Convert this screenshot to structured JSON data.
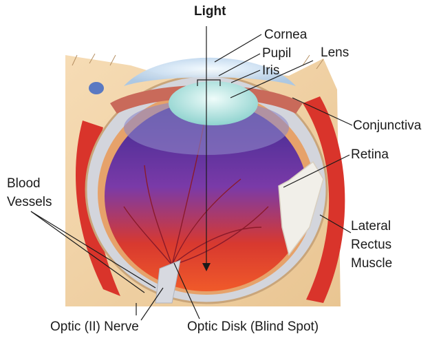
{
  "diagram": {
    "labels": {
      "light": "Light",
      "cornea": "Cornea",
      "pupil": "Pupil",
      "lens": "Lens",
      "iris": "Iris",
      "conjunctiva": "Conjunctiva",
      "retina": "Retina",
      "blood_vessels_1": "Blood",
      "blood_vessels_2": "Vessels",
      "lateral_rectus_1": "Lateral",
      "lateral_rectus_2": "Rectus",
      "lateral_rectus_3": "Muscle",
      "optic_nerve": "Optic (II) Nerve",
      "optic_disk": "Optic Disk (Blind Spot)"
    },
    "colors": {
      "skin": "#f2d3a8",
      "sclera": "#d8d9de",
      "vitreous_top": "#4a2fa0",
      "vitreous_bottom": "#e8332a",
      "muscle": "#d9342b",
      "lens": "#c9f0ec",
      "leader": "#1a1a1a"
    }
  }
}
